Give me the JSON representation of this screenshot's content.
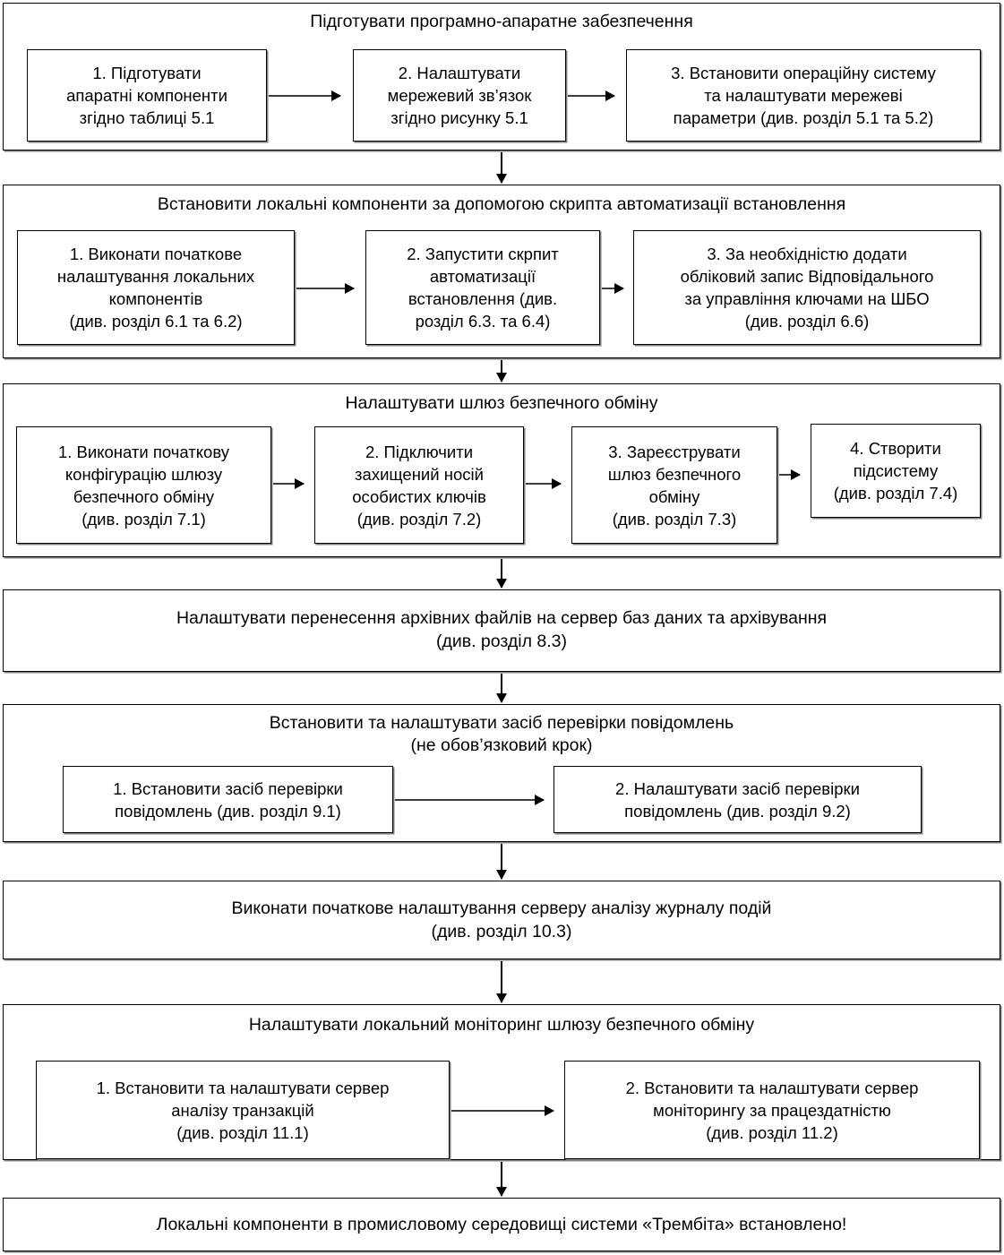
{
  "diagram": {
    "title": "Flowchart: installation of local components",
    "accent_color": "#000000",
    "box_border_color": "#000000",
    "shadow_color": "#808080",
    "background": "#ffffff"
  },
  "sections": [
    {
      "id": "s1",
      "heading": "Підготувати програмно-апаратне забезпечення",
      "steps": [
        {
          "label": "1. Підготувати\nапаратні компоненти\nзгідно таблиці 5.1"
        },
        {
          "label": "2. Налаштувати\nмережевий зв’язок\nзгідно рисунку 5.1"
        },
        {
          "label": "3. Встановити операційну систему\nта налаштувати мережеві\nпараметри (див. розділ 5.1 та 5.2)"
        }
      ]
    },
    {
      "id": "s2",
      "heading": "Встановити локальні компоненти за допомогою скрипта автоматизації встановлення",
      "steps": [
        {
          "label": "1. Виконати початкове\nналаштування локальних\nкомпонентів\n(див. розділ 6.1 та 6.2)"
        },
        {
          "label": "2. Запустити скрпит\nавтоматизації\nвстановлення (див.\nрозділ 6.3. та 6.4)"
        },
        {
          "label": "3. За необхідністю додати\nобліковий запис Відповідального\nза управління ключами на ШБО\n(див. розділ 6.6)"
        }
      ]
    },
    {
      "id": "s3",
      "heading": "Налаштувати шлюз безпечного обміну",
      "steps": [
        {
          "label": "1. Виконати початкову\nконфігурацію  шлюзу\nбезпечного обміну\n(див. розділ 7.1)"
        },
        {
          "label": "2. Підключити\nзахищений носій\nособистих ключів\n(див. розділ 7.2)"
        },
        {
          "label": "3.  Зареєструвати\nшлюз безпечного\nобміну\n(див. розділ 7.3)"
        },
        {
          "label": "4. Створити\nпідсистему\n(див. розділ 7.4)"
        }
      ]
    },
    {
      "id": "s4",
      "heading": "Налаштувати перенесення архівних файлів на сервер баз даних та архівування\n(див. розділ 8.3)",
      "steps": []
    },
    {
      "id": "s5",
      "heading": "Встановити та налаштувати засіб перевірки повідомлень\n(не обов’язковий крок)",
      "steps": [
        {
          "label": "1. Встановити засіб перевірки\nповідомлень (див. розділ 9.1)"
        },
        {
          "label": "2. Налаштувати засіб перевірки\nповідомлень (див. розділ 9.2)"
        }
      ]
    },
    {
      "id": "s6",
      "heading": "Виконати початкове налаштування серверу аналізу журналу подій\n(див. розділ 10.3)",
      "steps": []
    },
    {
      "id": "s7",
      "heading": "Налаштувати  локальний моніторинг шлюзу безпечного обміну",
      "steps": [
        {
          "label": "1. Встановити та налаштувати сервер\nаналізу транзакцій\n(див. розділ 11.1)"
        },
        {
          "label": "2. Встановити та налаштувати сервер\nмоніторингу за працездатністю\n(див. розділ 11.2)"
        }
      ]
    },
    {
      "id": "s8",
      "heading": "Локальні компоненти в промисловому середовищі системи «Трембіта» встановлено!",
      "steps": []
    }
  ]
}
